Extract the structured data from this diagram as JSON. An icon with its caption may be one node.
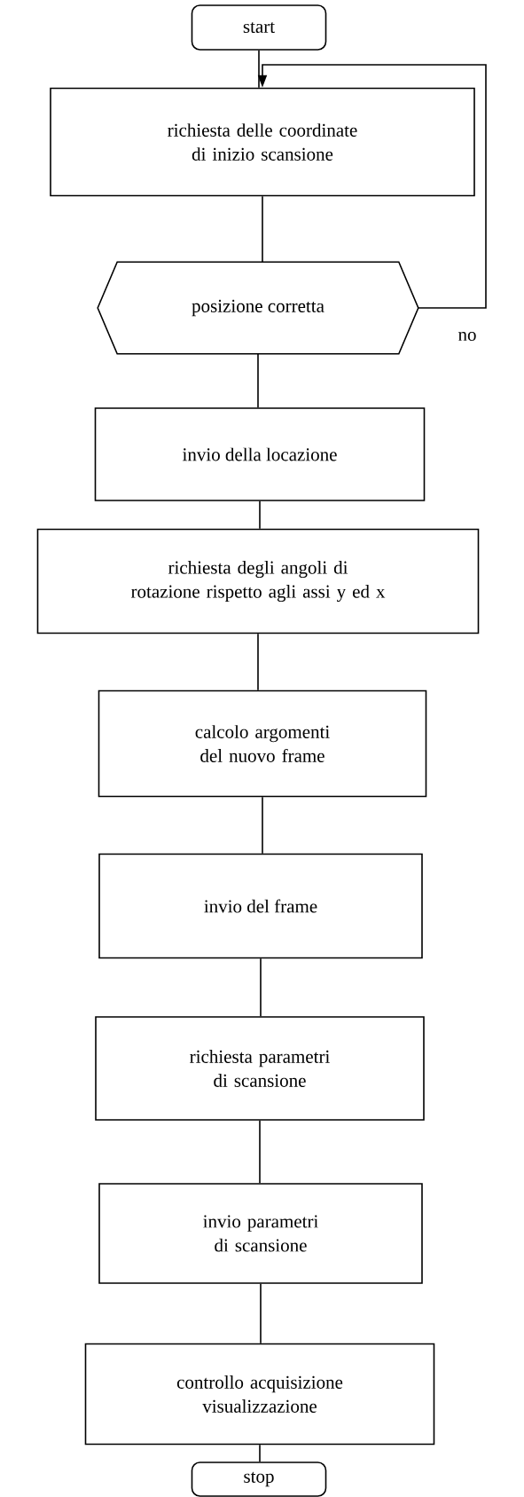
{
  "diagram": {
    "nodes": [
      {
        "text": [
          "start"
        ]
      },
      {
        "text": [
          "richiesta delle coordinate di inizio scansione"
        ]
      },
      {
        "text": [
          "posizione corretta"
        ]
      },
      {
        "text": [
          "invio della locazione"
        ]
      },
      {
        "text": [
          "richiesta degli angoli di rotazione rispetto agli assi y ed x"
        ]
      },
      {
        "text": [
          "calcolo argomenti del nuovo frame"
        ]
      },
      {
        "text": [
          "invio del frame"
        ]
      },
      {
        "text": [
          "richiesta parametri di scansione"
        ]
      },
      {
        "text": [
          "invio parametri di scansione"
        ]
      },
      {
        "text": [
          "controllo acquisizione visualizzazione"
        ]
      },
      {
        "text": [
          "stop"
        ]
      }
    ],
    "edges": [
      {
        "from": 0,
        "to": 1,
        "arrow": "none"
      },
      {
        "from": 1,
        "to": 2,
        "arrow": "none"
      },
      {
        "from": 2,
        "to": 1,
        "arrow": "to",
        "label": "no"
      },
      {
        "from": 2,
        "to": 3,
        "arrow": "none"
      },
      {
        "from": 3,
        "to": 4,
        "arrow": "none"
      },
      {
        "from": 4,
        "to": 5,
        "arrow": "none"
      },
      {
        "from": 5,
        "to": 6,
        "arrow": "none"
      },
      {
        "from": 6,
        "to": 7,
        "arrow": "none"
      },
      {
        "from": 7,
        "to": 8,
        "arrow": "none"
      },
      {
        "from": 8,
        "to": 9,
        "arrow": "none"
      },
      {
        "from": 9,
        "to": 10,
        "arrow": "none"
      }
    ]
  }
}
